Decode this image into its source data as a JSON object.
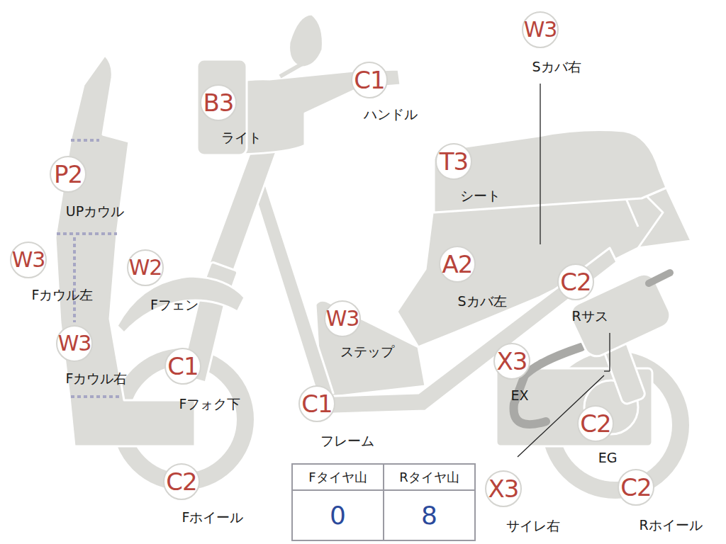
{
  "diagram": {
    "nodes": [
      {
        "text": [
          "W3",
          "Sカバ右"
        ]
      },
      {
        "text": [
          "C1",
          "ハンドル"
        ]
      },
      {
        "text": [
          "B3",
          "ライト"
        ]
      },
      {
        "text": [
          "T3",
          "シート"
        ]
      },
      {
        "text": [
          "P2",
          "UPカウル"
        ]
      },
      {
        "text": [
          "W3",
          "Fカウル左"
        ]
      },
      {
        "text": [
          "W2",
          "Fフェン"
        ]
      },
      {
        "text": [
          "A2",
          "Sカバ左"
        ]
      },
      {
        "text": [
          "C2",
          "Rサス"
        ]
      },
      {
        "text": [
          "W3",
          "ステップ"
        ]
      },
      {
        "text": [
          "W3",
          "Fカウル右"
        ]
      },
      {
        "text": [
          "X3",
          "EX"
        ]
      },
      {
        "text": [
          "C1",
          "Fフォク下"
        ]
      },
      {
        "text": [
          "C1",
          "フレーム"
        ]
      },
      {
        "text": [
          "C2",
          "EG"
        ]
      },
      {
        "text": [
          "C2",
          "Fホイール"
        ]
      },
      {
        "text": [
          "X3",
          "サイレ右"
        ]
      },
      {
        "text": [
          "C2",
          "Rホイール"
        ]
      }
    ],
    "labels": [
      "Fタイヤ山",
      "Rタイヤ山",
      "0",
      "8"
    ]
  }
}
